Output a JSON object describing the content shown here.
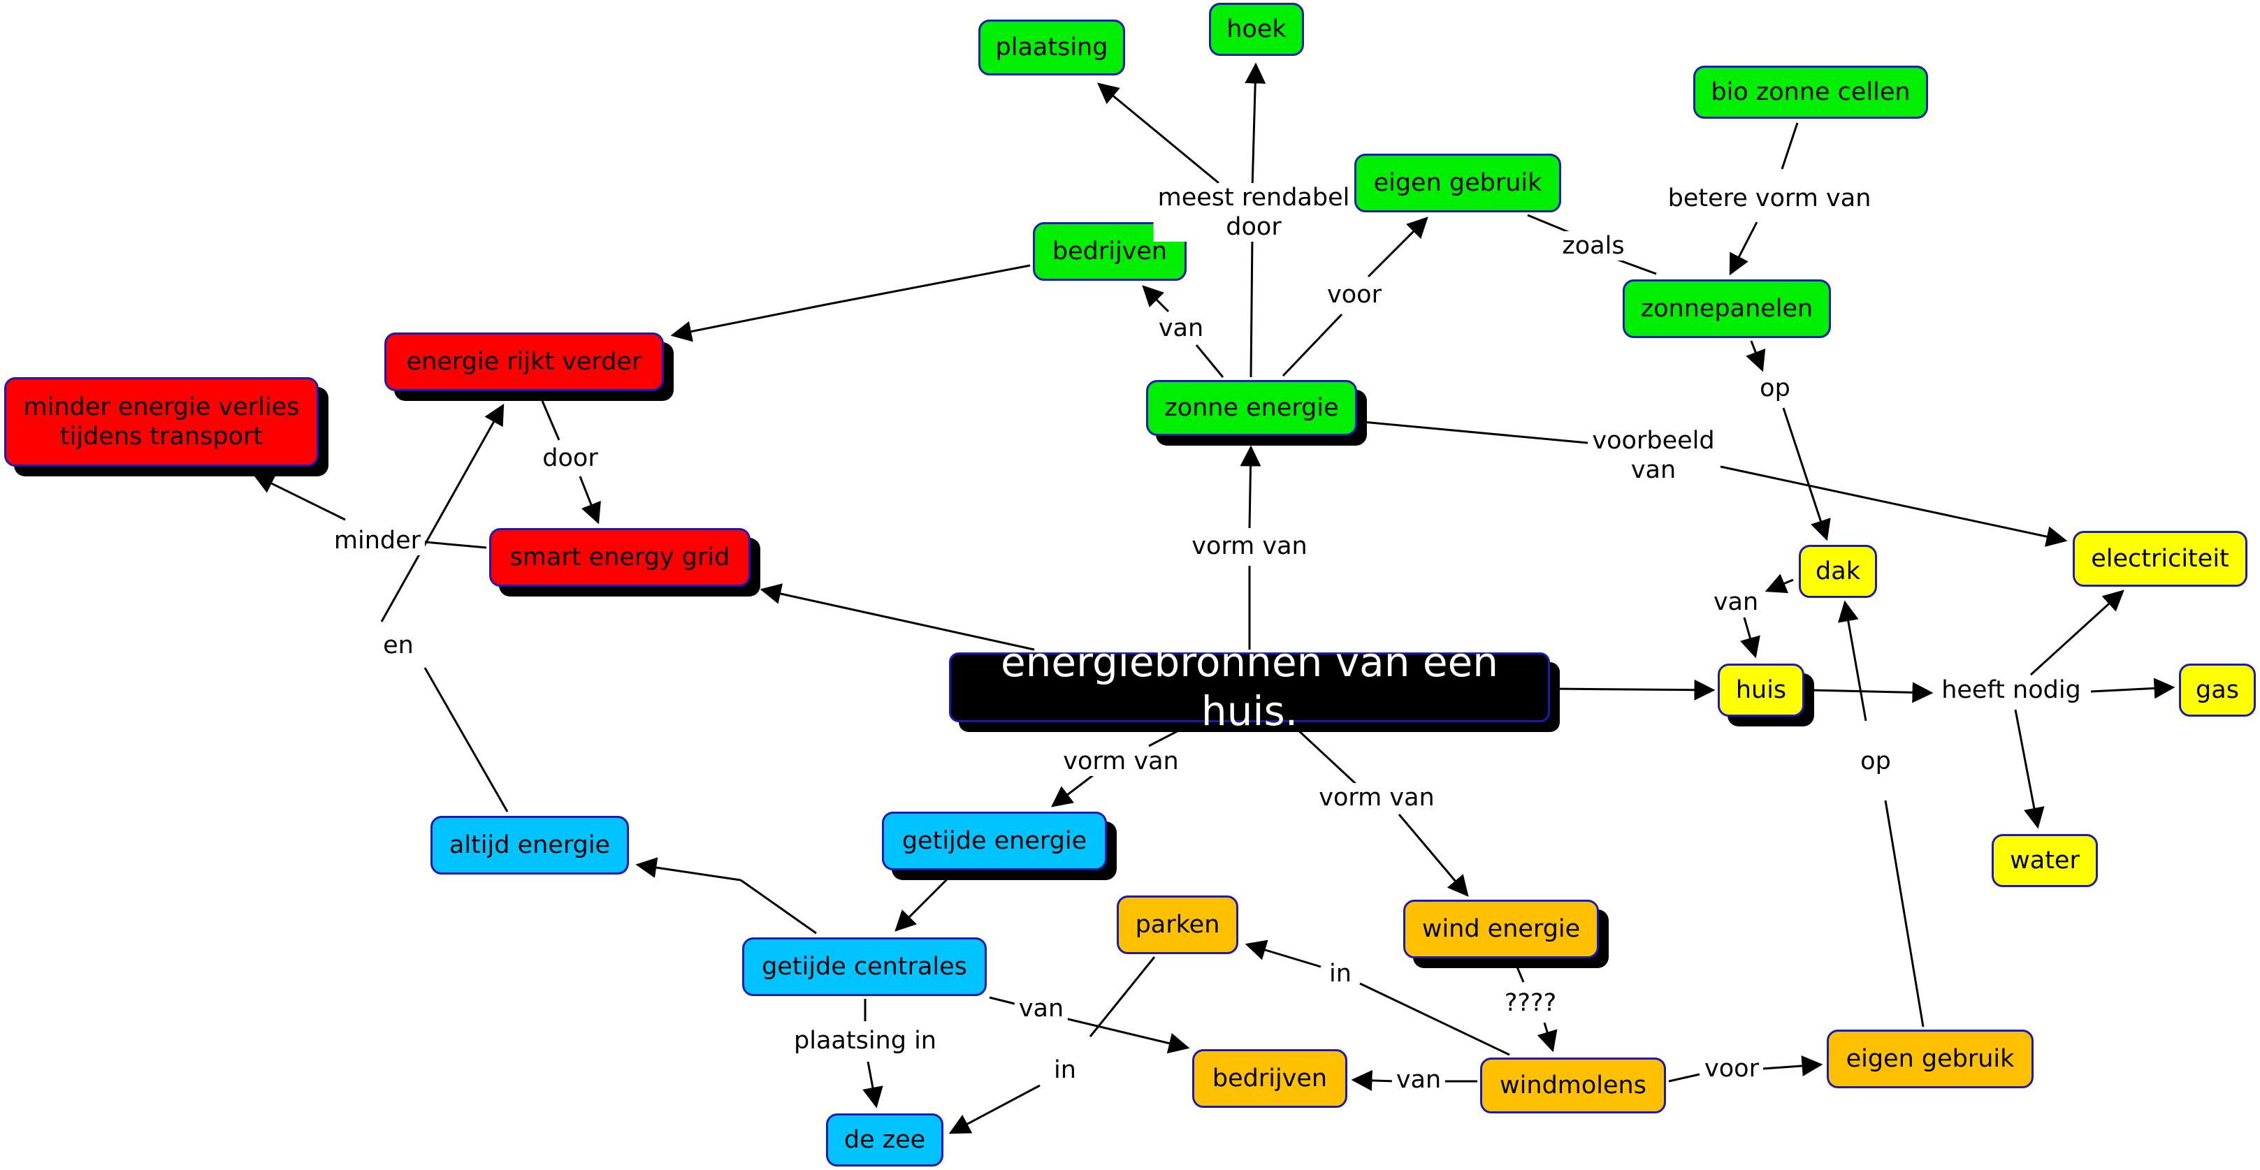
{
  "concept_map": {
    "central_topic": "energiebronnen van een huis.",
    "nodes": {
      "main": "energiebronnen van een huis.",
      "zonne_energie": "zonne energie",
      "bedrijven_g": "bedrijven",
      "plaatsing": "plaatsing",
      "hoek": "hoek",
      "eigen_gebruik_g": "eigen gebruik",
      "bio_zonne_cellen": "bio zonne cellen",
      "zonnepanelen": "zonnepanelen",
      "energie_rijkt_verder": "energie rijkt verder",
      "minder_energie_verlies": "minder energie verlies\ntijdens transport",
      "smart_energy_grid": "smart energy grid",
      "dak": "dak",
      "electriciteit": "electriciteit",
      "huis": "huis",
      "gas": "gas",
      "water": "water",
      "getijde_energie": "getijde energie",
      "altijd_energie": "altijd energie",
      "getijde_centrales": "getijde centrales",
      "de_zee": "de zee",
      "parken": "parken",
      "wind_energie": "wind energie",
      "windmolens": "windmolens",
      "bedrijven_o": "bedrijven",
      "eigen_gebruik_o": "eigen gebruik"
    },
    "links": {
      "vorm_van_zonne": "vorm van",
      "van_bedrijven": "van",
      "meest_rendabel": "meest rendabel\ndoor",
      "voor_eigen": "voor",
      "zoals": "zoals",
      "betere_vorm_van": "betere vorm van",
      "op_zonnepanelen": "op",
      "voorbeeld_van": "voorbeeld\nvan",
      "door_smart": "door",
      "minder": "minder",
      "en": "en",
      "van_dak": "van",
      "heeft_nodig": "heeft nodig",
      "op_windmolens": "op",
      "vorm_van_getijde": "vorm van",
      "vorm_van_wind": "vorm van",
      "plaatsing_in": "plaatsing in",
      "van_centrales": "van",
      "in_zee": "in",
      "in_parken": "in",
      "question": "????",
      "van_windmolens": "van",
      "voor_windmolens": "voor"
    },
    "colors": {
      "zonne": "#00ee00",
      "smart_grid": "#ff0000",
      "huis": "#ffff00",
      "getijde": "#00c3ff",
      "wind": "#ffc000",
      "main": "#000000",
      "border": "#1a1ab4"
    }
  }
}
